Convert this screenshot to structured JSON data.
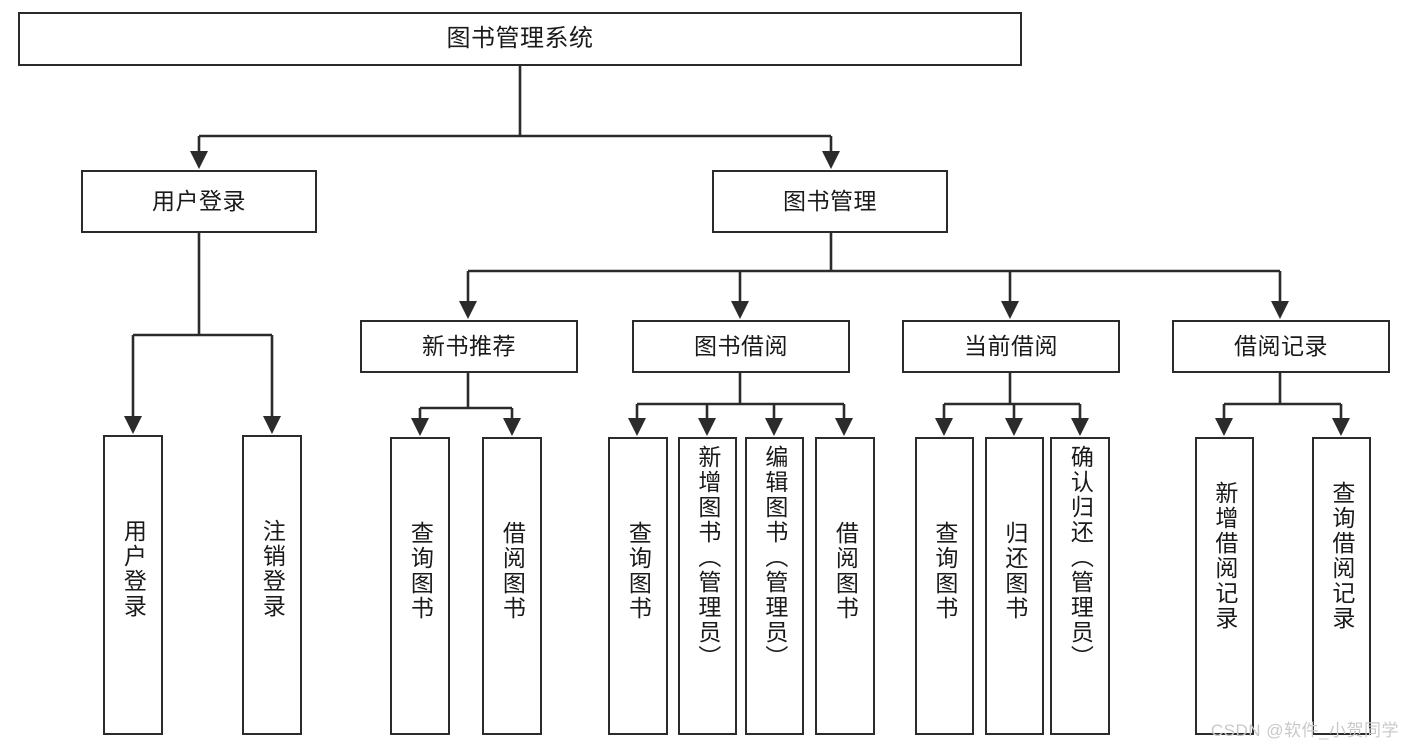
{
  "diagram": {
    "title": "图书管理系统",
    "type": "tree-hierarchy",
    "colors": {
      "box_border": "#2b2b2b",
      "box_fill": "#ffffff",
      "edge": "#2b2b2b",
      "text": "#1a1a1a",
      "watermark": "#c9c9c9",
      "background": "#ffffff"
    }
  },
  "nodes": {
    "root": {
      "label": "图书管理系统"
    },
    "level2": [
      {
        "id": "user-login",
        "label": "用户登录"
      },
      {
        "id": "book-manage",
        "label": "图书管理"
      }
    ],
    "level3": [
      {
        "id": "new-book-recommend",
        "label": "新书推荐"
      },
      {
        "id": "book-borrow",
        "label": "图书借阅"
      },
      {
        "id": "current-borrow",
        "label": "当前借阅"
      },
      {
        "id": "borrow-record",
        "label": "借阅记录"
      }
    ],
    "leaves": {
      "user-login": [
        {
          "id": "user-login-leaf",
          "label": "用户登录"
        },
        {
          "id": "user-logout-leaf",
          "label": "注销登录"
        }
      ],
      "new-book-recommend": [
        {
          "id": "query-book-1",
          "label": "查询图书"
        },
        {
          "id": "borrow-book-1",
          "label": "借阅图书"
        }
      ],
      "book-borrow": [
        {
          "id": "query-book-2",
          "label": "查询图书"
        },
        {
          "id": "add-book",
          "label": "新增图书（管理员）"
        },
        {
          "id": "edit-book",
          "label": "编辑图书（管理员）"
        },
        {
          "id": "borrow-book-2",
          "label": "借阅图书"
        }
      ],
      "current-borrow": [
        {
          "id": "query-book-3",
          "label": "查询图书"
        },
        {
          "id": "return-book",
          "label": "归还图书"
        },
        {
          "id": "confirm-return",
          "label": "确认归还（管理员）"
        }
      ],
      "borrow-record": [
        {
          "id": "add-borrow-record",
          "label": "新增借阅记录"
        },
        {
          "id": "query-borrow-record",
          "label": "查询借阅记录"
        }
      ]
    }
  },
  "watermark": {
    "text": "CSDN @软件_小贺同学"
  }
}
